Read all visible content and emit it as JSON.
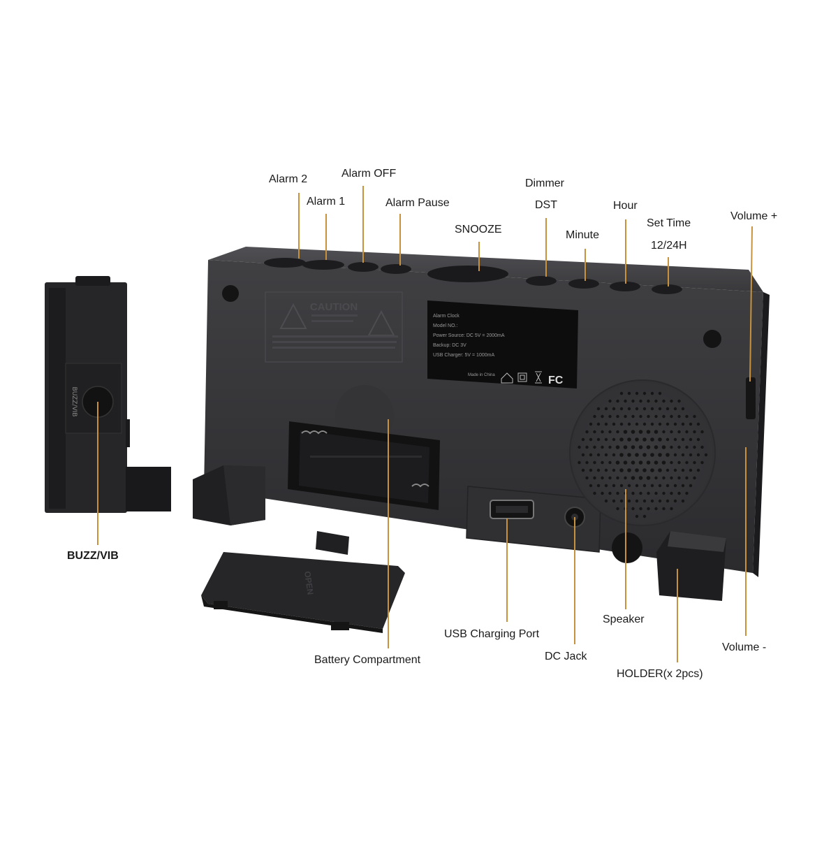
{
  "callouts": {
    "alarm_2": "Alarm 2",
    "alarm_off": "Alarm OFF",
    "alarm_1": "Alarm 1",
    "alarm_pause": "Alarm Pause",
    "snooze": "SNOOZE",
    "dimmer": "Dimmer",
    "dst": "DST",
    "minute": "Minute",
    "hour": "Hour",
    "set_time": "Set Time",
    "h12_24": "12/24H",
    "volume_plus": "Volume +",
    "buzz_vib": "BUZZ/VIB",
    "usb_charging_port": "USB Charging Port",
    "speaker": "Speaker",
    "volume_minus": "Volume -",
    "battery_compartment": "Battery Compartment",
    "dc_jack": "DC Jack",
    "holder": "HOLDER(x 2pcs)"
  },
  "device_markings": {
    "caution_title": "CAUTION",
    "battery_door": "OPEN",
    "side_switch": "BUZZ/VIB",
    "fc_mark": "FC",
    "label_lines": [
      "Alarm Clock",
      "Model NO.: ",
      "Power Source: DC 5V = 2000mA",
      "Backup: DC 3V",
      "USB Charger: 5V = 1000mA",
      "Made in China"
    ]
  },
  "colors": {
    "leader_line": "#c8923c",
    "device_body": "#2a2a2c",
    "device_face": "#3a3a3d",
    "label_plate": "#0d0d0e",
    "text": "#1a1a1a"
  }
}
